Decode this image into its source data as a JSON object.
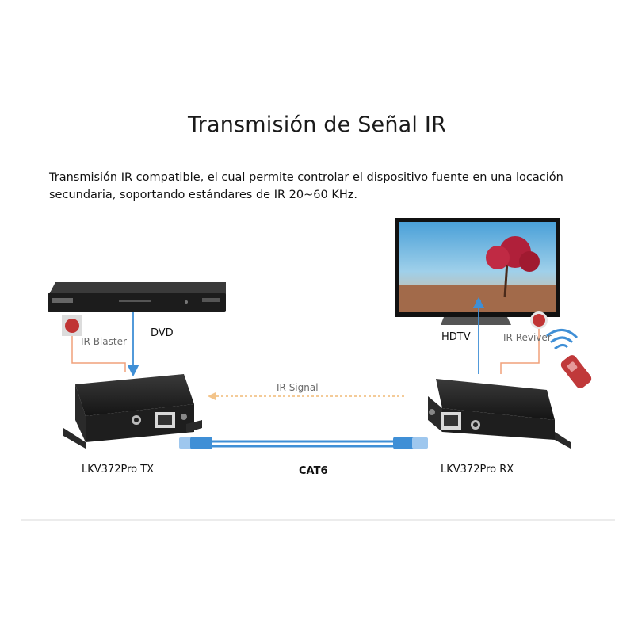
{
  "title": "Transmisión de Señal IR",
  "description": "Transmisión IR compatible, el cual permite controlar el dispositivo fuente en una locación secundaria, soportando estándares de IR 20~60 KHz.",
  "labels": {
    "dvd": "DVD",
    "ir_blaster": "IR Blaster",
    "hdtv": "HDTV",
    "ir_receiver": "IR Reviver",
    "ir_signal": "IR Signal",
    "cat6": "CAT6",
    "tx": "LKV372Pro TX",
    "rx": "LKV372Pro RX"
  },
  "colors": {
    "cable": "#3f8fd6",
    "ir_arrow": "#f3c48a",
    "bracket": "#f0a07a",
    "device_body": "#1f1f1f",
    "remote": "#b23a3a"
  }
}
